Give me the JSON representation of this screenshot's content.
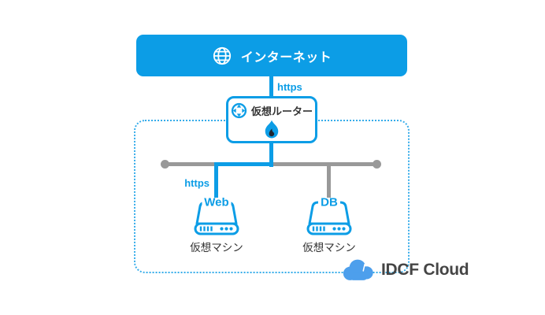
{
  "colors": {
    "primary_blue": "#0C9DE6",
    "dotted_blue": "#35ACEA",
    "line_gray": "#999999",
    "text_dark": "#333333",
    "logo_gray": "#454545",
    "cloud_blue": "#4D9FEC",
    "flame_dark": "#1E2530"
  },
  "internet": {
    "label": "インターネット",
    "icon": "globe-icon"
  },
  "connections": {
    "https_top_label": "https",
    "https_web_label": "https"
  },
  "router": {
    "label": "仮想ルーター",
    "icons": [
      "router-icon",
      "firewall-flame-icon"
    ]
  },
  "servers": [
    {
      "badge": "Web",
      "label": "仮想マシン"
    },
    {
      "badge": "DB",
      "label": "仮想マシン"
    }
  ],
  "logo": {
    "text": "IDCF Cloud",
    "icon": "cloud-icon"
  }
}
